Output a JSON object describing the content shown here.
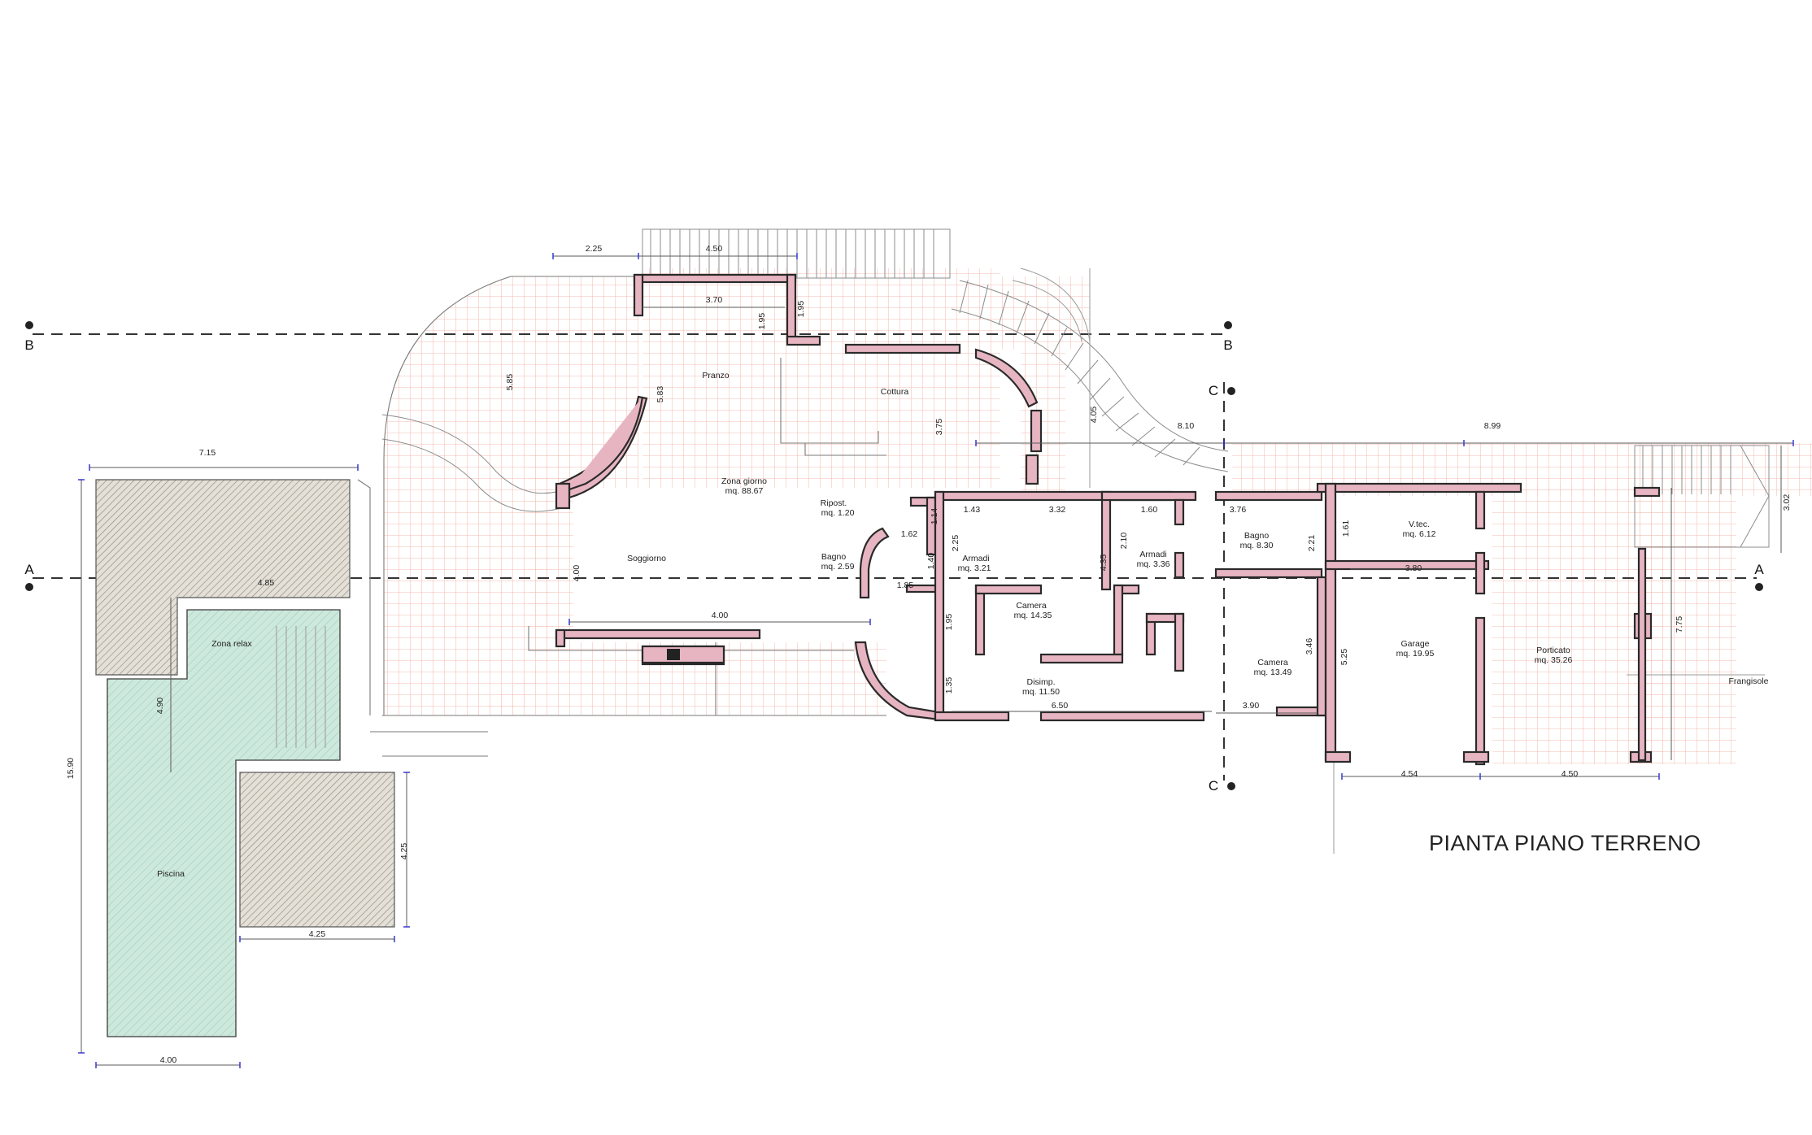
{
  "title": "PIANTA PIANO TERRENO",
  "section_markers": {
    "A_left": "A",
    "A_right": "A",
    "B_left": "B",
    "B_right": "B",
    "C_top": "C",
    "C_bottom": "C"
  },
  "rooms": {
    "pranzo": {
      "name": "Pranzo"
    },
    "cottura": {
      "name": "Cottura"
    },
    "zona_giorno": {
      "name": "Zona giorno",
      "area": "mq. 88.67"
    },
    "soggiorno": {
      "name": "Soggiorno"
    },
    "ripost": {
      "name": "Ripost.",
      "area": "mq. 1.20"
    },
    "bagno1": {
      "name": "Bagno",
      "area": "mq. 2.59"
    },
    "armadi1": {
      "name": "Armadi",
      "area": "mq. 3.21"
    },
    "camera1": {
      "name": "Camera",
      "area": "mq. 14.35"
    },
    "armadi2": {
      "name": "Armadi",
      "area": "mq. 3.36"
    },
    "bagno2": {
      "name": "Bagno",
      "area": "mq. 8.30"
    },
    "camera2": {
      "name": "Camera",
      "area": "mq. 13.49"
    },
    "disimp": {
      "name": "Disimp.",
      "area": "mq. 11.50"
    },
    "vtec": {
      "name": "V.tec.",
      "area": "mq. 6.12"
    },
    "garage": {
      "name": "Garage",
      "area": "mq. 19.95"
    },
    "porticato": {
      "name": "Porticato",
      "area": "mq. 35.26"
    },
    "zona_relax": {
      "name": "Zona relax"
    },
    "piscina": {
      "name": "Piscina"
    }
  },
  "annotations": {
    "frangisole": "Frangisole"
  },
  "dimensions": {
    "d_2_25_top": "2.25",
    "d_4_50_top": "4.50",
    "d_3_70": "3.70",
    "d_1_95a": "1.95",
    "d_1_95b": "1.95",
    "d_5_85": "5.85",
    "d_5_83": "5.83",
    "d_3_75": "3.75",
    "d_4_05": "4.05",
    "d_8_10": "8.10",
    "d_8_99": "8.99",
    "d_3_02": "3.02",
    "d_7_15": "7.15",
    "d_4_85": "4.85",
    "d_4_00_liv": "4.00",
    "d_4_00_bot": "4.00",
    "d_1_62": "1.62",
    "d_1_40": "1.40",
    "d_2_25_arm": "2.25",
    "d_1_14": "1.14",
    "d_1_43": "1.43",
    "d_3_32": "3.32",
    "d_1_60": "1.60",
    "d_3_76": "3.76",
    "d_2_10": "2.10",
    "d_4_35": "4.35",
    "d_2_21": "2.21",
    "d_1_61": "1.61",
    "d_3_80": "3.80",
    "d_1_85": "1.85",
    "d_1_95c": "1.95",
    "d_1_35": "1.35",
    "d_6_50": "6.50",
    "d_3_90": "3.90",
    "d_3_46": "3.46",
    "d_5_25": "5.25",
    "d_7_75": "7.75",
    "d_4_54": "4.54",
    "d_4_50_bot": "4.50",
    "d_4_90": "4.90",
    "d_15_90": "15.90",
    "d_4_25v": "4.25",
    "d_4_25h": "4.25",
    "d_4_00_pool": "4.00"
  }
}
